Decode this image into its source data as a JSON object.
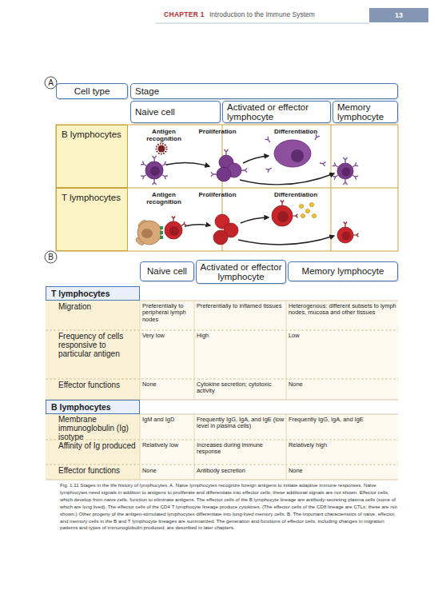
{
  "diagram": {
    "caption": "Fig. 1.11 Stages in the life history of lymphocytes. A, Naive lymphocytes recognize foreign antigens to initiate adaptive immune responses. Naive lymphocytes need signals in addition to antigens to proliferate and differentiate into effector cells; these additional signals are not shown. Effector cells, which develop from naive cells, function to eliminate antigens. The effector cells of the B lymphocyte lineage are antibody-secreting plasma cells (some of which are long lived). The effector cells of the CD4 T lymphocyte lineage produce cytokines. (The effector cells of the CD8 lineage are CTLs; these are not shown.) Other progeny of the antigen-stimulated lymphocytes differentiate into long-lived memory cells. B, The important characteristics of naive, effector, and memory cells in the B and T lymphocyte lineages are summarized. The generation and functions of effector cells, including changes in migration patterns and types of immunoglobulin produced, are described in later chapters.",
    "nodes": [
      {
        "text": [
          "Cell type"
        ]
      },
      {
        "text": [
          "Stage"
        ]
      },
      {
        "text": [
          "Naive cell"
        ]
      },
      {
        "text": [
          "Activated or effector lymphocyte"
        ]
      },
      {
        "text": [
          "Memory lymphocyte"
        ]
      },
      {
        "text": [
          "B lymphocytes"
        ]
      },
      {
        "text": [
          "T lymphocytes"
        ]
      },
      {
        "text": [
          "Naive cell"
        ]
      },
      {
        "text": [
          "Activated or effector lymphocyte"
        ]
      },
      {
        "text": [
          "Memory lymphocyte"
        ]
      },
      {
        "text": [
          "T lymphocytes"
        ]
      },
      {
        "text": [
          "B lymphocytes"
        ]
      }
    ],
    "labels": [
      "CHAPTER 1",
      "Introduction to the Immune System",
      "13",
      "A",
      "Antigen recognition",
      "Proliferation",
      "Differentiation",
      "Antigen recognition",
      "Proliferation",
      "Differentiation",
      "B",
      "Migration",
      "Preferentially to peripheral lymph nodes",
      "Preferentially to inflamed tissues",
      "Heterogenous: different subsets to lymph nodes, mucosa and other tissues",
      "Frequency of cells responsive to particular antigen",
      "Very low",
      "High",
      "Low",
      "Effector functions",
      "None",
      "Cytokine secretion; cytotoxic activity",
      "None",
      "Membrane immunoglobulin (Ig) isotype",
      "IgM and IgD",
      "Frequently IgG, IgA, and IgE (low level in plasma cells)",
      "Frequently IgG, IgA, and IgE",
      "Affinity of Ig produced",
      "Relatively low",
      "Increases during immune response",
      "Relatively high",
      "Effector functions",
      "None",
      "Antibody secretion",
      "None"
    ]
  }
}
